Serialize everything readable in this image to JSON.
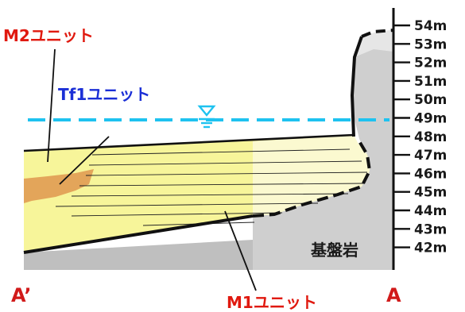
{
  "labels": {
    "m2_unit": "M2ユニット",
    "tf1_unit": "Tf1ユニット",
    "m1_unit": "M1ユニット",
    "bedrock": "基盤岩",
    "section_left": "A’",
    "section_right": "A"
  },
  "elevation_ticks": [
    "54m",
    "53m",
    "52m",
    "51m",
    "50m",
    "49m",
    "48m",
    "47m",
    "46m",
    "45m",
    "44m",
    "43m",
    "42m"
  ],
  "colors": {
    "m2_unit_label": "#e0190f",
    "tf1_unit_label": "#1b2fd6",
    "m1_unit_label": "#e0190f",
    "water_line": "#1ec2f0",
    "sediment_yellow": "#f7f59a",
    "sediment_light": "#fbf9d0",
    "tf1_lens": "#e3a55a",
    "bedrock_gray": "#bdbdbd",
    "bedrock_light": "#d9d9d9"
  },
  "icons": {
    "water_level": "water-level-icon"
  }
}
